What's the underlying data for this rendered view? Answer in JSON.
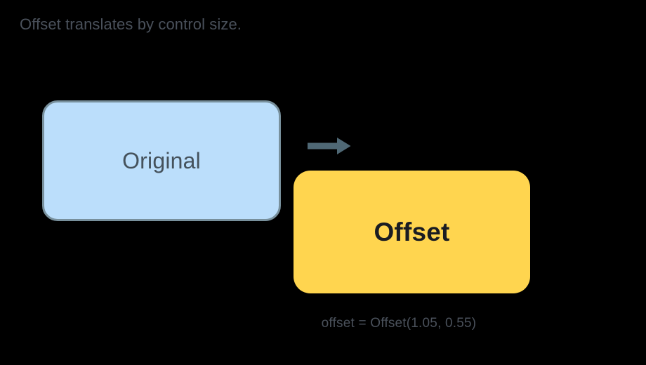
{
  "figure": {
    "title": "Offset translates by control size.",
    "background_color": "#000000",
    "title_color": "#4a515b"
  },
  "original_box": {
    "label": "Original",
    "fill_color": "#bbdefb",
    "border_color": "#78909c",
    "text_color": "#45525c"
  },
  "arrow": {
    "icon": "arrow-right-icon",
    "color": "#4f6875",
    "direction": "right"
  },
  "offset_box": {
    "label": "Offset",
    "fill_color": "#ffd54f",
    "text_color": "#1a1c22"
  },
  "caption": {
    "text": "offset = Offset(1.05, 0.55)",
    "color": "#4a515b",
    "dx": "1.05",
    "dy": "0.55"
  }
}
